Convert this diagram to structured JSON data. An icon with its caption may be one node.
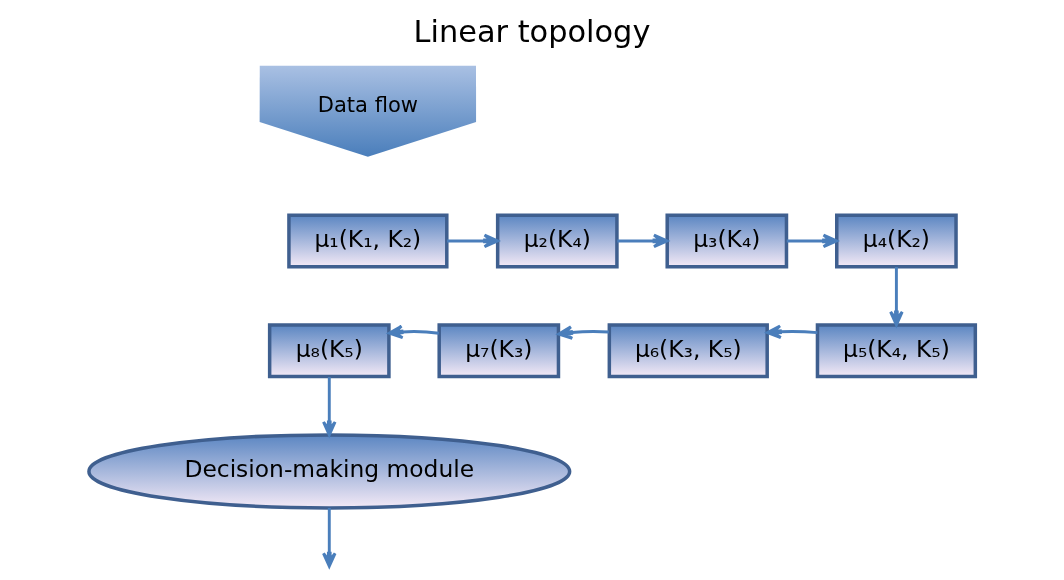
{
  "diagram": {
    "title": "Linear topology",
    "nodes": [
      {
        "text": [
          "Data flow"
        ]
      },
      {
        "text": [
          "μ₁(K₁, K₂)"
        ]
      },
      {
        "text": [
          "μ₂(K₄)"
        ]
      },
      {
        "text": [
          "μ₃(K₄)"
        ]
      },
      {
        "text": [
          "μ₄(K₂)"
        ]
      },
      {
        "text": [
          "μ₅(K₄, K₅)"
        ]
      },
      {
        "text": [
          "μ₆(K₃, K₅)"
        ]
      },
      {
        "text": [
          "μ₇(K₃)"
        ]
      },
      {
        "text": [
          "μ₈(K₅)"
        ]
      },
      {
        "text": [
          "Decision-making module"
        ]
      }
    ],
    "edges": [
      {
        "from": 1,
        "to": 2,
        "arrow": "to"
      },
      {
        "from": 2,
        "to": 3,
        "arrow": "to"
      },
      {
        "from": 3,
        "to": 4,
        "arrow": "to"
      },
      {
        "from": 4,
        "to": 5,
        "arrow": "to"
      },
      {
        "from": 5,
        "to": 6,
        "arrow": "to"
      },
      {
        "from": 6,
        "to": 7,
        "arrow": "to"
      },
      {
        "from": 7,
        "to": 8,
        "arrow": "to"
      },
      {
        "from": 8,
        "to": 9,
        "arrow": "to"
      },
      {
        "from": 9,
        "to": null,
        "arrow": "to"
      }
    ]
  }
}
